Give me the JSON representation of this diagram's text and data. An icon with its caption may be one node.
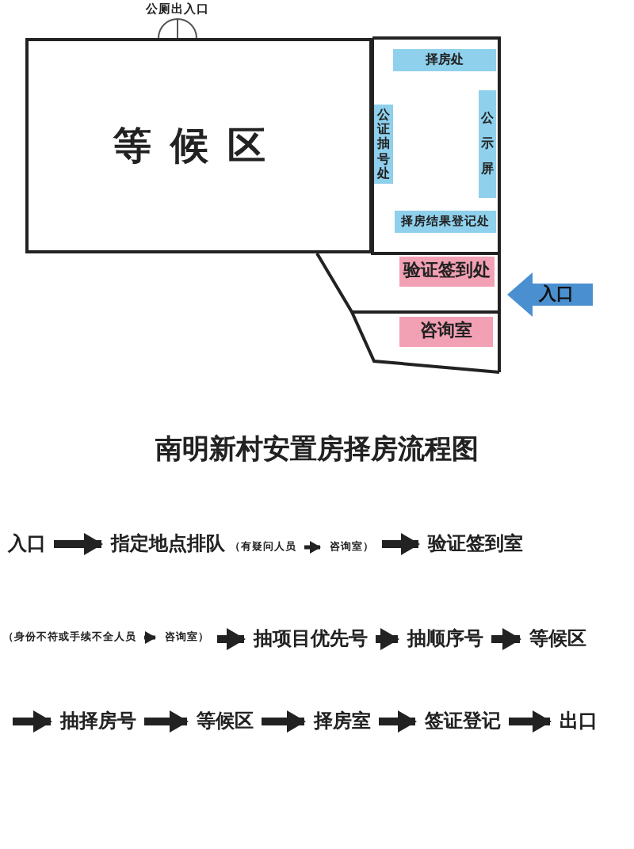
{
  "diagram": {
    "title": "南明新村安置房择房流程图",
    "nodes": [
      {
        "text": [
          "等候区"
        ]
      },
      {
        "text": [
          "择房处"
        ]
      },
      {
        "text": [
          "公证抽号处"
        ]
      },
      {
        "text": [
          "公示屏"
        ]
      },
      {
        "text": [
          "择房结果登记处"
        ]
      },
      {
        "text": [
          "验证签到处"
        ]
      },
      {
        "text": [
          "咨询室"
        ]
      },
      {
        "text": [
          "入口"
        ]
      },
      {
        "text": [
          "入口"
        ]
      },
      {
        "text": [
          "指定地点排队"
        ]
      },
      {
        "text": [
          "（有疑问人员"
        ],
        "in": 9
      },
      {
        "text": [
          "咨询室）"
        ],
        "in": 9
      },
      {
        "text": [
          "验证签到室"
        ]
      },
      {
        "text": [
          "（身份不符或手续不全人员"
        ]
      },
      {
        "text": [
          "咨询室）"
        ]
      },
      {
        "text": [
          "抽项目优先号"
        ]
      },
      {
        "text": [
          "抽顺序号"
        ]
      },
      {
        "text": [
          "等候区"
        ]
      },
      {
        "text": [
          "抽择房号"
        ]
      },
      {
        "text": [
          "等候区"
        ]
      },
      {
        "text": [
          "择房室"
        ]
      },
      {
        "text": [
          "签证登记"
        ]
      },
      {
        "text": [
          "出口"
        ]
      }
    ],
    "edges": [
      {
        "from": 8,
        "to": 9,
        "arrow": "to"
      },
      {
        "from": 10,
        "to": 11,
        "arrow": "to"
      },
      {
        "from": 9,
        "to": 12,
        "arrow": "to"
      },
      {
        "from": 13,
        "to": 14,
        "arrow": "to"
      },
      {
        "from": 14,
        "to": 15,
        "arrow": "to"
      },
      {
        "from": 15,
        "to": 16,
        "arrow": "to"
      },
      {
        "from": 16,
        "to": 17,
        "arrow": "to"
      },
      {
        "from": null,
        "to": 18,
        "arrow": "to"
      },
      {
        "from": 18,
        "to": 19,
        "arrow": "to"
      },
      {
        "from": 19,
        "to": 20,
        "arrow": "to"
      },
      {
        "from": 20,
        "to": 21,
        "arrow": "to"
      },
      {
        "from": 21,
        "to": 22,
        "arrow": "to"
      }
    ],
    "labels": [
      "公厕出入口"
    ]
  }
}
